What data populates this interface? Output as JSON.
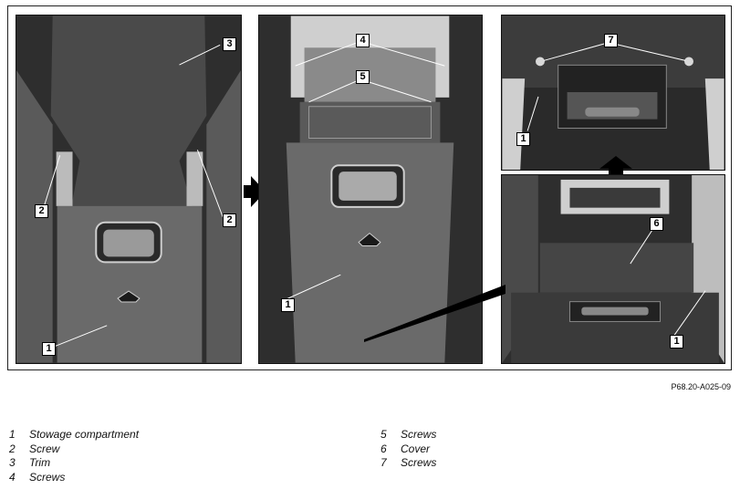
{
  "figure_code": "P68.20-A025-09",
  "callouts": {
    "p1": [
      "3",
      "2",
      "2",
      "1"
    ],
    "p2": [
      "4",
      "5",
      "1"
    ],
    "p3": [
      "7",
      "1"
    ],
    "p4": [
      "6",
      "1"
    ]
  },
  "legend": {
    "left": [
      {
        "num": "1",
        "text": "Stowage compartment"
      },
      {
        "num": "2",
        "text": "Screw"
      },
      {
        "num": "3",
        "text": "Trim"
      },
      {
        "num": "4",
        "text": "Screws"
      }
    ],
    "right": [
      {
        "num": "5",
        "text": "Screws"
      },
      {
        "num": "6",
        "text": "Cover"
      },
      {
        "num": "7",
        "text": "Screws"
      }
    ]
  },
  "colors": {
    "panel_bg": "#3a3a3a",
    "trim": "#555555",
    "light": "#cfcfcf"
  }
}
